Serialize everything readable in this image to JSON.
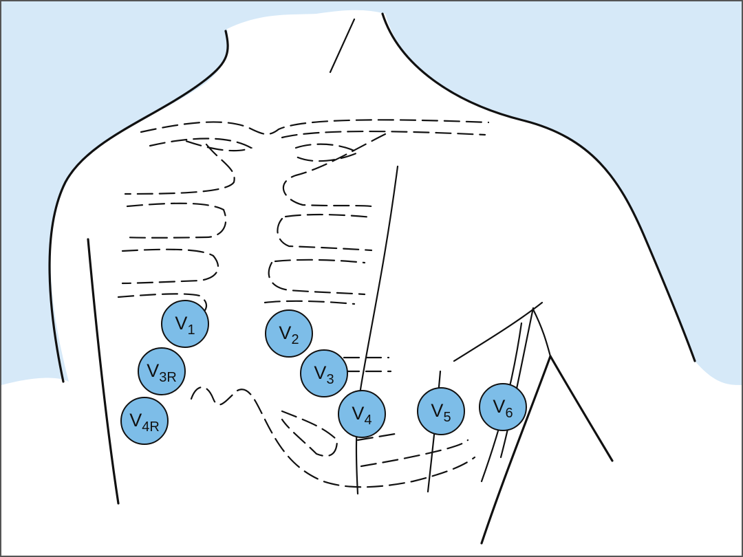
{
  "colors": {
    "background": "#d6e9f8",
    "body_fill": "#ffffff",
    "outline": "#111111",
    "electrode_fill": "#7dbde8",
    "electrode_stroke": "#111111"
  },
  "electrodes": [
    {
      "id": "v1",
      "letter": "V",
      "sub": "1"
    },
    {
      "id": "v2",
      "letter": "V",
      "sub": "2"
    },
    {
      "id": "v3",
      "letter": "V",
      "sub": "3"
    },
    {
      "id": "v3r",
      "letter": "V",
      "sub": "3R"
    },
    {
      "id": "v4",
      "letter": "V",
      "sub": "4"
    },
    {
      "id": "v4r",
      "letter": "V",
      "sub": "4R"
    },
    {
      "id": "v5",
      "letter": "V",
      "sub": "5"
    },
    {
      "id": "v6",
      "letter": "V",
      "sub": "6"
    }
  ]
}
